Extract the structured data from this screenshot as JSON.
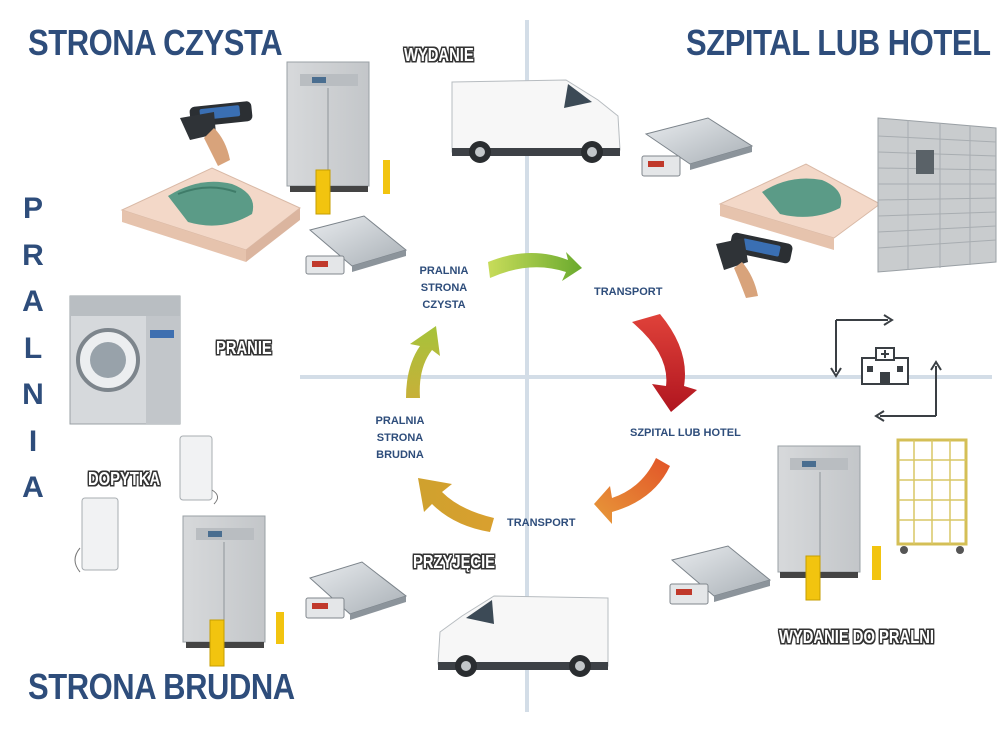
{
  "titles": {
    "clean_side": "STRONA CZYSTA",
    "hospital": "SZPITAL LUB HOTEL",
    "dirty_side": "STRONA BRUDNA",
    "laundry_vertical": [
      "P",
      "R",
      "A",
      "L",
      "N",
      "I",
      "A"
    ]
  },
  "image_labels": {
    "issue": "WYDANIE",
    "washing": "PRANIE",
    "antennas": "DOPYTKA",
    "receiving": "PRZYJĘCIE",
    "issue_to_laundry": "WYDANIE DO PRALNI"
  },
  "cycle": {
    "clean_laundry": [
      "PRALNIA",
      "STRONA",
      "CZYSTA"
    ],
    "transport_top": "TRANSPORT",
    "hospital_hotel": "SZPITAL LUB HOTEL",
    "transport_bottom": "TRANSPORT",
    "dirty_laundry": [
      "PRALNIA",
      "STRONA",
      "BRUDNA"
    ]
  },
  "colors": {
    "title_blue": "#2e4d7b",
    "axis": "#d3dde7",
    "arrow_green": "#8dc63f",
    "arrow_red": "#c8202a",
    "arrow_orange": "#e0782a",
    "arrow_olive": "#b7b52c"
  },
  "icons": [
    "rfid-scanner-icon",
    "folded-linen-icon",
    "dispensing-cabinet-icon",
    "bollard-icon",
    "floor-scale-icon",
    "delivery-van-icon",
    "locker-wall-icon",
    "hospital-building-icon",
    "washing-machine-icon",
    "panel-antenna-icon",
    "laundry-cage-icon"
  ]
}
